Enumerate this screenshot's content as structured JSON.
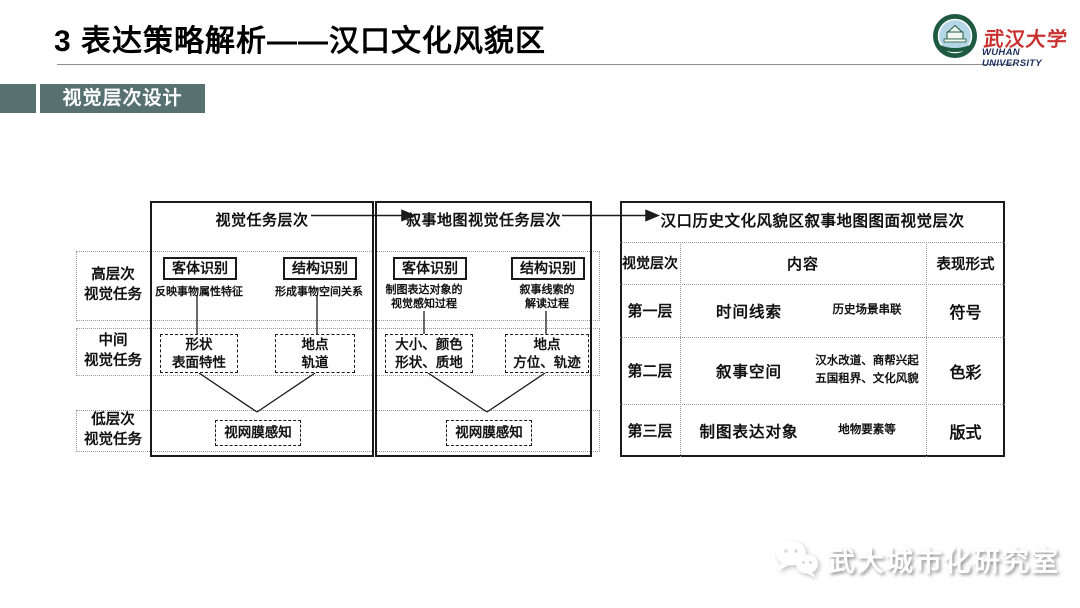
{
  "slide": {
    "title": "3 表达策略解析——汉口文化风貌区",
    "section_badge": "视觉层次设计",
    "watermark": "武大城市化研究室",
    "logo": {
      "name_cn": "武汉大学",
      "name_en": "WUHAN UNIVERSITY"
    },
    "colors": {
      "badge_bg": "#567170",
      "logo_red": "#c8312f",
      "logo_navy": "#1c2f5e"
    }
  },
  "diagram": {
    "row_labels": [
      "高层次\n视觉任务",
      "中间\n视觉任务",
      "低层次\n视觉任务"
    ],
    "col1": {
      "header": "视觉任务层次",
      "object_box": "客体识别",
      "object_caption": "反映事物属性特征",
      "structure_box": "结构识别",
      "structure_caption": "形成事物空间关系",
      "mid_box1": "形状\n表面特性",
      "mid_box2": "地点\n轨道",
      "low_box": "视网膜感知"
    },
    "col2": {
      "header": "叙事地图视觉任务层次",
      "object_box": "客体识别",
      "object_caption": "制图表达对象的\n视觉感知过程",
      "structure_box": "结构识别",
      "structure_caption": "叙事线索的\n解读过程",
      "mid_box1": "大小、颜色\n形状、质地",
      "mid_box2": "地点\n方位、轨迹",
      "low_box": "视网膜感知"
    },
    "table": {
      "header": "汉口历史文化风貌区叙事地图图面视觉层次",
      "columns": [
        "视觉层次",
        "内容",
        "表现形式"
      ],
      "rows": [
        {
          "layer": "第一层",
          "content": "时间线索",
          "detail": "历史场景串联",
          "form": "符号"
        },
        {
          "layer": "第二层",
          "content": "叙事空间",
          "detail": "汉水改道、商帮兴起\n五国租界、文化风貌",
          "form": "色彩"
        },
        {
          "layer": "第三层",
          "content": "制图表达对象",
          "detail": "地物要素等",
          "form": "版式"
        }
      ]
    }
  }
}
